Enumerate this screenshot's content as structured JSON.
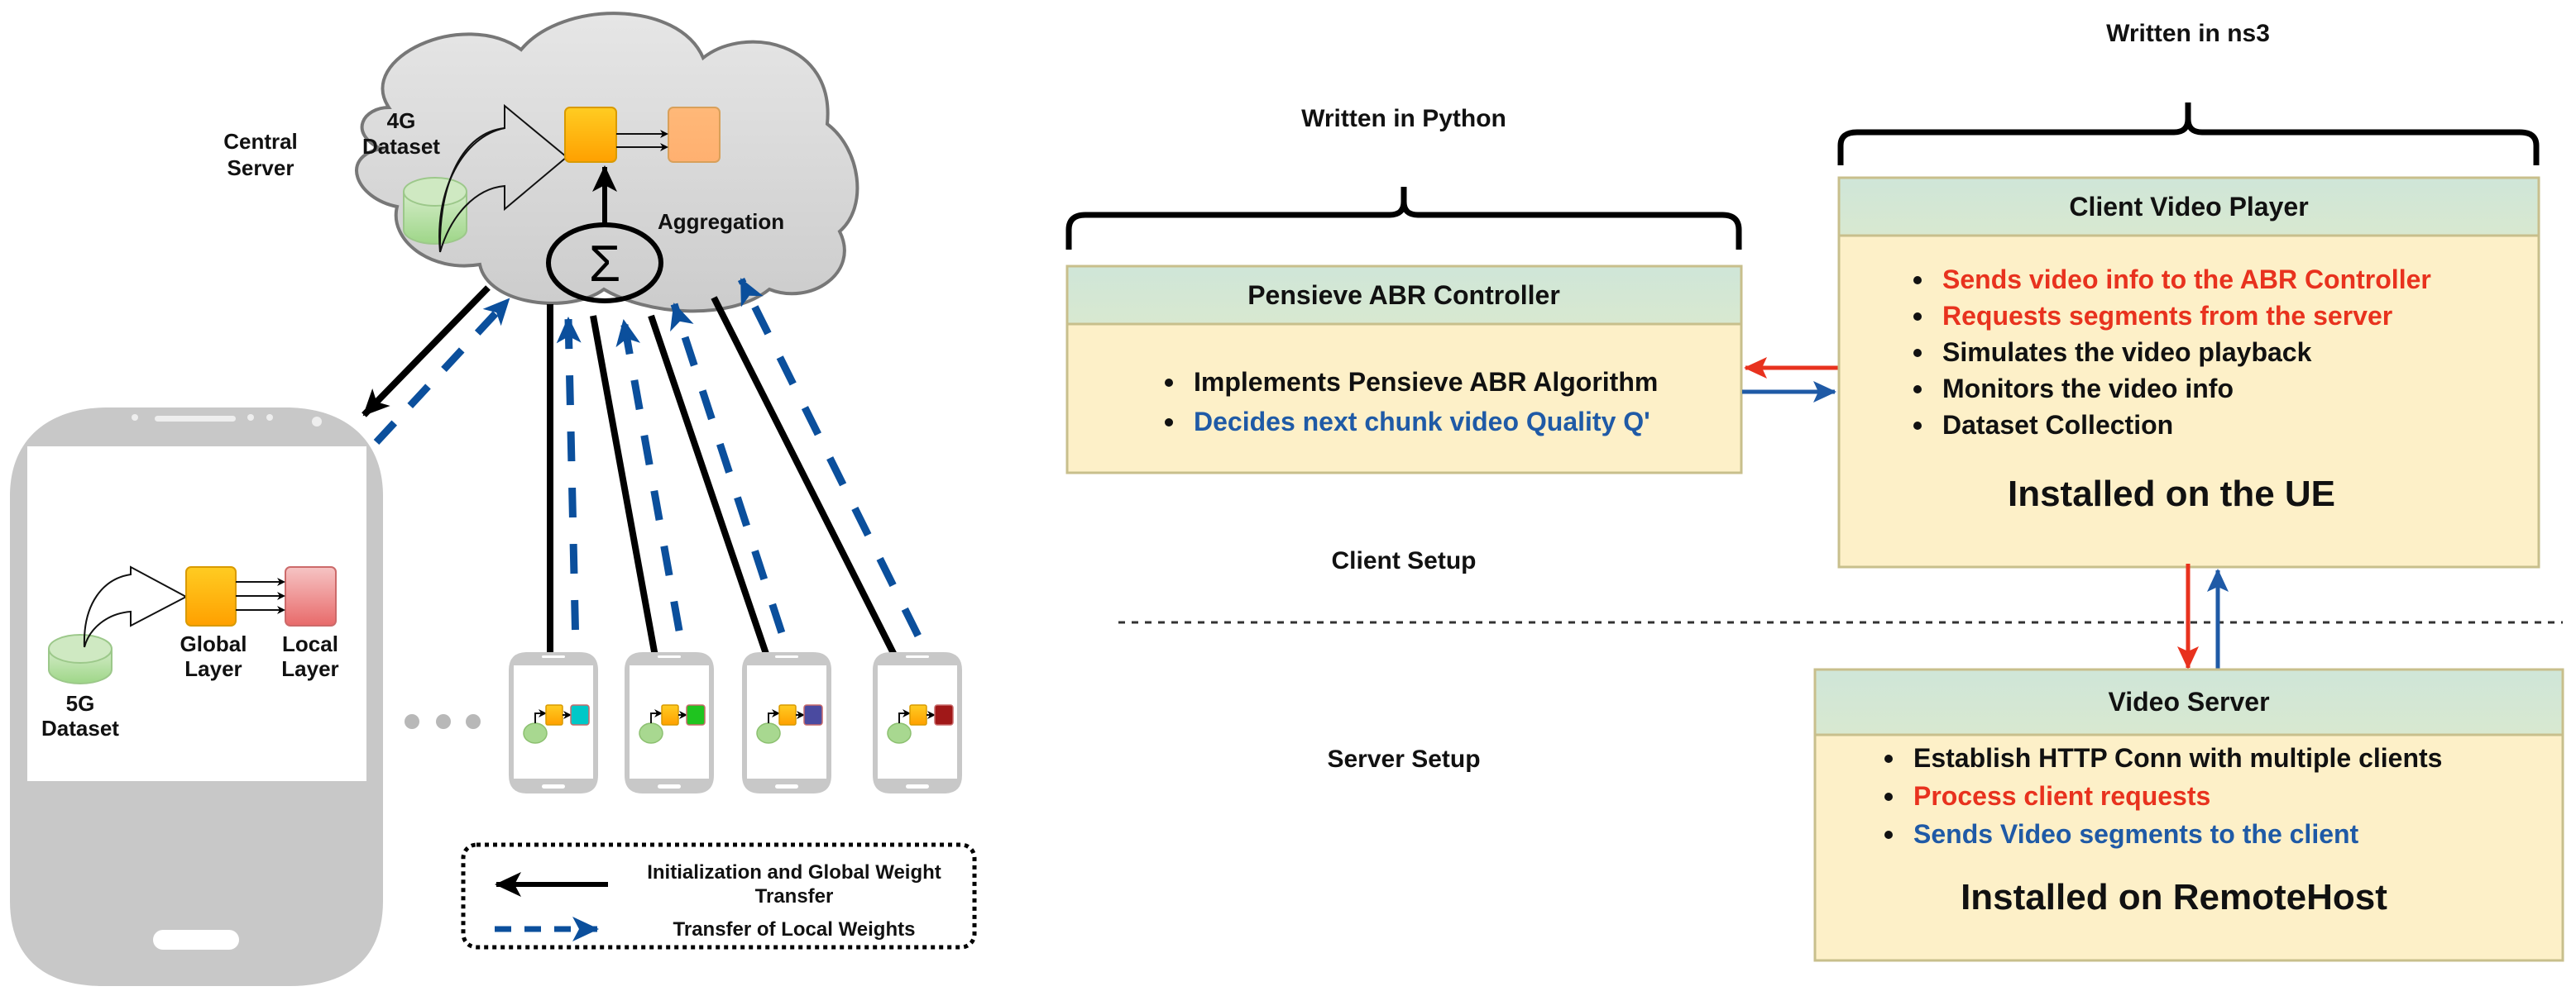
{
  "left_panel": {
    "central_server_label": [
      "Central",
      "Server"
    ],
    "cloud_dataset_label": [
      "4G",
      "Dataset"
    ],
    "aggregation_label": "Aggregation",
    "aggregation_symbol": "Σ",
    "main_phone": {
      "dataset_label": [
        "5G",
        "Dataset"
      ],
      "global_layer_label": [
        "Global",
        "Layer"
      ],
      "local_layer_label": [
        "Local",
        "Layer"
      ]
    },
    "ellipsis": "...",
    "small_phones": [
      {
        "local_layer_color": "#00c8c8"
      },
      {
        "local_layer_color": "#1fc41f"
      },
      {
        "local_layer_color": "#4a4aa0"
      },
      {
        "local_layer_color": "#a01818"
      }
    ],
    "legend": {
      "solid_label": [
        "Initialization and Global Weight",
        "Transfer"
      ],
      "dashed_label": "Transfer of Local Weights"
    },
    "colors": {
      "cloud_fill": "#d6d6d6",
      "phone_body": "#c8c8c8",
      "global_layer": "#ffb300",
      "local_layer_main": "#ee8a8a",
      "cloud_local_layer": "#ffb672",
      "dataset": "#a8d890",
      "dashed_arrow": "#0b4f9c",
      "solid_arrow": "#000000"
    }
  },
  "right_panel": {
    "python_label": "Written in Python",
    "ns3_label": "Written in ns3",
    "client_setup_label": "Client Setup",
    "server_setup_label": "Server Setup",
    "pensieve": {
      "title": "Pensieve ABR Controller",
      "items": [
        {
          "text": "Implements Pensieve ABR Algorithm",
          "color": "#111111"
        },
        {
          "text": "Decides next chunk video Quality Q'",
          "color": "#1f5aa6"
        }
      ]
    },
    "client_player": {
      "title": "Client Video Player",
      "items": [
        {
          "text": "Sends video info to the ABR Controller",
          "color": "#e8321e"
        },
        {
          "text": "Requests segments from the server",
          "color": "#e8321e"
        },
        {
          "text": "Simulates the video playback",
          "color": "#111111"
        },
        {
          "text": "Monitors the video info",
          "color": "#111111"
        },
        {
          "text": "Dataset Collection",
          "color": "#111111"
        }
      ],
      "footer": "Installed on the UE"
    },
    "video_server": {
      "title": "Video Server",
      "items": [
        {
          "text": "Establish HTTP Conn with multiple clients",
          "color": "#111111"
        },
        {
          "text": "Process client requests",
          "color": "#e8321e"
        },
        {
          "text": "Sends Video segments to the client",
          "color": "#1f5aa6"
        }
      ],
      "footer": "Installed on RemoteHost"
    },
    "colors": {
      "header_fill": "#d3e8d6",
      "body_fill": "#fdf0c8",
      "border": "#c8bf8c",
      "request_arrow": "#e8321e",
      "response_arrow": "#1f5aa6"
    }
  }
}
